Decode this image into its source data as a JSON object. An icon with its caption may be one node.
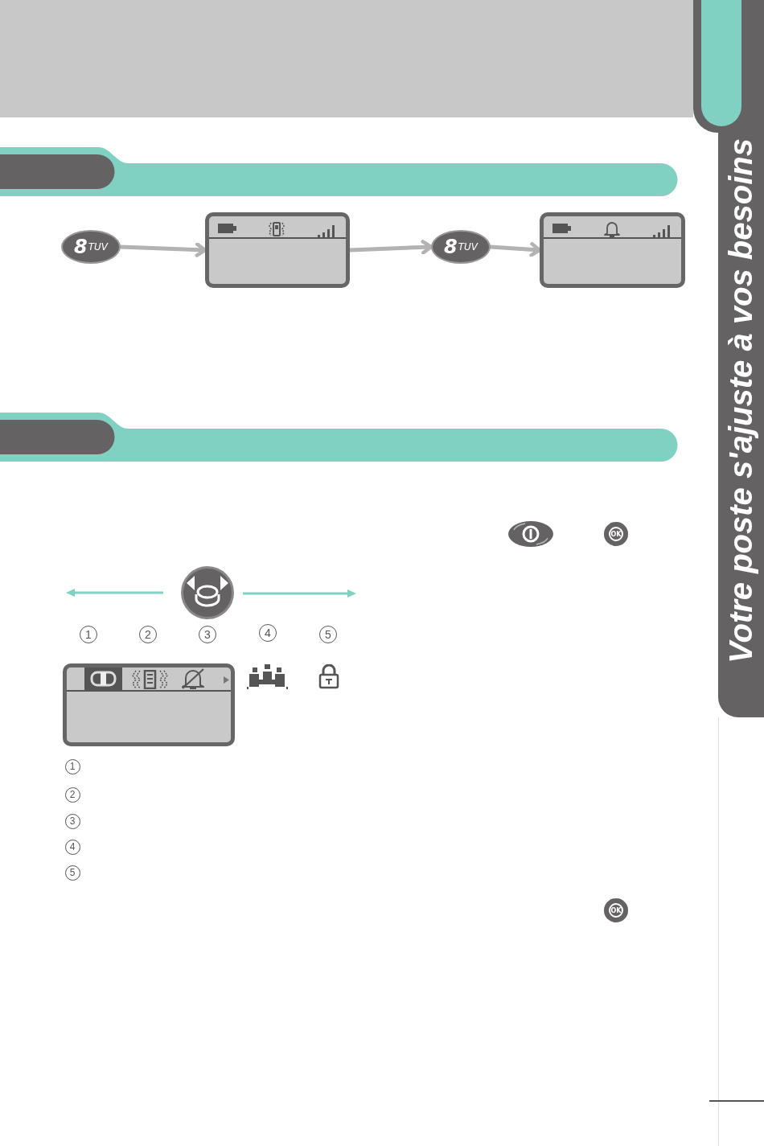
{
  "diagram": {
    "title": "Votre poste s'ajuste à vos besoins",
    "nodes": [
      {
        "text": [
          "8",
          "TUV"
        ]
      },
      {
        "text": [],
        "shape": "box"
      },
      {
        "text": [
          "8",
          "TUV"
        ]
      },
      {
        "text": [],
        "shape": "box"
      },
      {
        "text": [
          "OK"
        ]
      },
      {
        "text": [
          "OK"
        ]
      }
    ],
    "edges": [
      {
        "from": 0,
        "to": 1,
        "arrow": "to"
      },
      {
        "from": 1,
        "to": 2,
        "arrow": "to"
      },
      {
        "from": 2,
        "to": 3,
        "arrow": "to"
      }
    ],
    "labels": [
      "1",
      "2",
      "3",
      "4",
      "5",
      "1",
      "2",
      "3",
      "4",
      "5"
    ]
  }
}
